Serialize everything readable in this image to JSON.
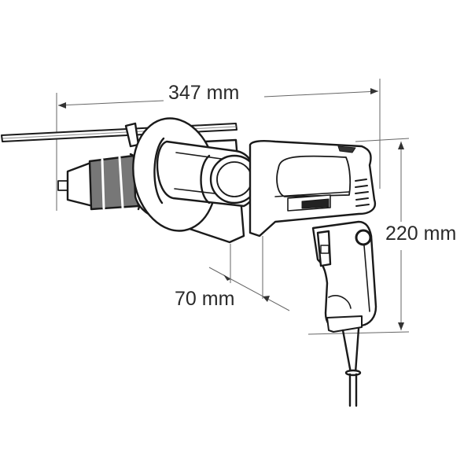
{
  "diagram": {
    "subject": "hammer drill dimension drawing",
    "line_color": "#1a1a1a",
    "dimension_line_color": "#555555",
    "dimensions": {
      "length": {
        "label": "347 mm",
        "value": 347,
        "unit": "mm",
        "orientation": "horizontal"
      },
      "height": {
        "label": "220 mm",
        "value": 220,
        "unit": "mm",
        "orientation": "vertical"
      },
      "width": {
        "label": "70 mm",
        "value": 70,
        "unit": "mm",
        "orientation": "diagonal"
      }
    },
    "parts": [
      "depth-gauge-rod",
      "keyless-chuck",
      "side-handle",
      "motor-housing",
      "brand-plate",
      "pistol-grip",
      "trigger",
      "lock-button",
      "power-cord"
    ]
  }
}
